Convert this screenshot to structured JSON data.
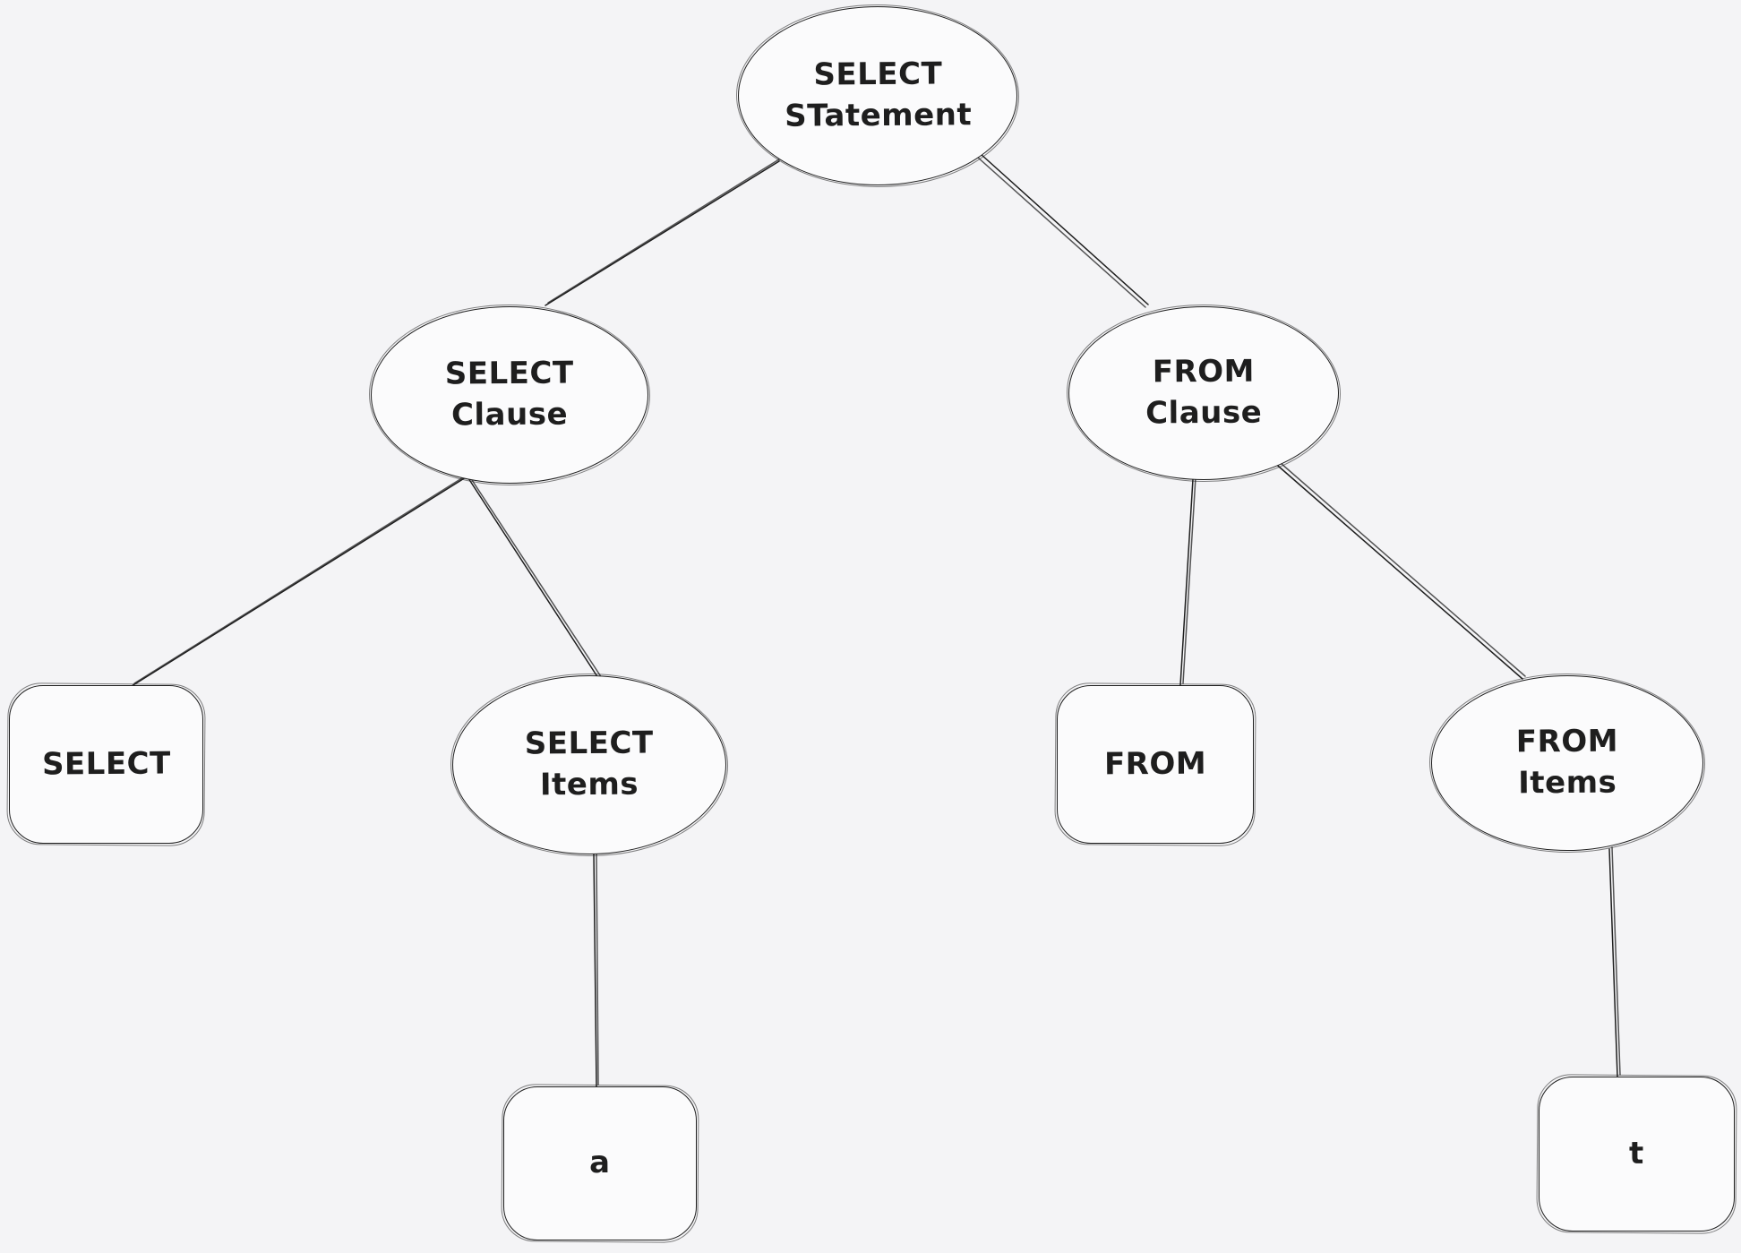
{
  "diagram": {
    "colors": {
      "background": "#f4f4f6",
      "shape_fill": "#fbfbfc",
      "stroke": "#1e1e1e"
    },
    "nodes": [
      {
        "id": "select-statement",
        "shape": "ellipse",
        "label": "SELECT\nSTatement"
      },
      {
        "id": "select-clause",
        "shape": "ellipse",
        "label": "SELECT\nClause"
      },
      {
        "id": "from-clause",
        "shape": "ellipse",
        "label": "FROM\nClause"
      },
      {
        "id": "select-keyword",
        "shape": "rounded-rect",
        "label": "SELECT"
      },
      {
        "id": "select-items",
        "shape": "ellipse",
        "label": "SELECT\nItems"
      },
      {
        "id": "from-keyword",
        "shape": "rounded-rect",
        "label": "FROM"
      },
      {
        "id": "from-items",
        "shape": "ellipse",
        "label": "FROM\nItems"
      },
      {
        "id": "select-item-a",
        "shape": "rounded-rect",
        "label": "a"
      },
      {
        "id": "from-item-t",
        "shape": "rounded-rect",
        "label": "t"
      }
    ],
    "edges": [
      {
        "from": "select-statement",
        "to": "select-clause"
      },
      {
        "from": "select-statement",
        "to": "from-clause"
      },
      {
        "from": "select-clause",
        "to": "select-keyword"
      },
      {
        "from": "select-clause",
        "to": "select-items"
      },
      {
        "from": "from-clause",
        "to": "from-keyword"
      },
      {
        "from": "from-clause",
        "to": "from-items"
      },
      {
        "from": "select-items",
        "to": "select-item-a"
      },
      {
        "from": "from-items",
        "to": "from-item-t"
      }
    ]
  }
}
